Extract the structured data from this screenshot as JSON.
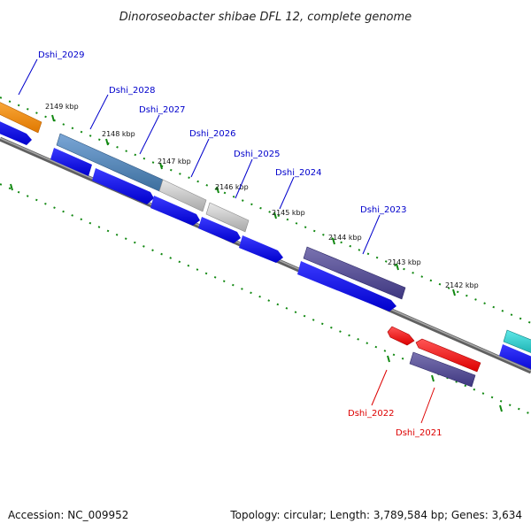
{
  "title": "Dinoroseobacter shibae DFL 12, complete genome",
  "footer": {
    "accession": "Accession: NC_009952",
    "topology": "Topology: circular; Length: 3,789,584 bp; Genes: 3,634"
  },
  "ticks": [
    "2149 kbp",
    "2148 kbp",
    "2147 kbp",
    "2146 kbp",
    "2145 kbp",
    "2144 kbp",
    "2143 kbp",
    "2142 kbp"
  ],
  "genes": {
    "dshi_2029": "Dshi_2029",
    "dshi_2028": "Dshi_2028",
    "dshi_2027": "Dshi_2027",
    "dshi_2026": "Dshi_2026",
    "dshi_2025": "Dshi_2025",
    "dshi_2024": "Dshi_2024",
    "dshi_2023": "Dshi_2023",
    "dshi_2022": "Dshi_2022",
    "dshi_2021": "Dshi_2021"
  },
  "colors": {
    "forward_label": "#0000cc",
    "reverse_label": "#dd0000",
    "cds": "#0000ee",
    "backbone": "#808080",
    "dotted_track": "#118811"
  }
}
